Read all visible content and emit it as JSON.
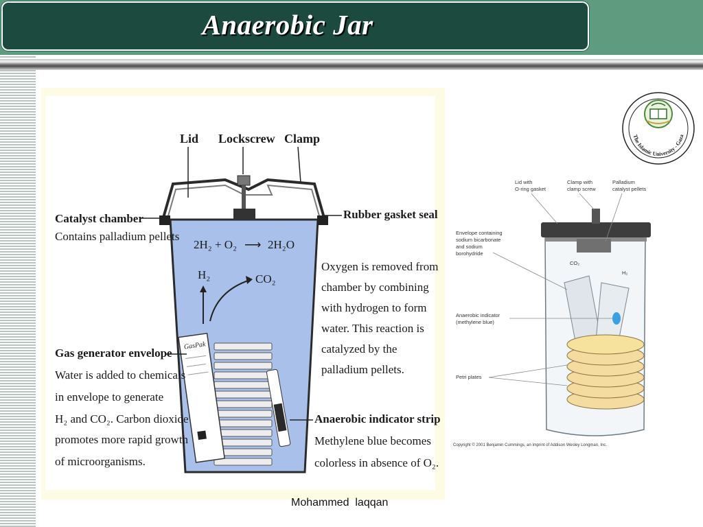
{
  "slide": {
    "title": "Anaerobic Jar",
    "footer": "Mohammed  laqqan"
  },
  "colors": {
    "header_band": "#5e9b7f",
    "title_box": "#1c4a3f",
    "jar_fill": "#a9c1ea",
    "figure_background": "#fdfbe3"
  },
  "logo": {
    "icon": "university-seal-icon",
    "text": "The Islamic University - Gaza"
  },
  "main_figure": {
    "top_labels": {
      "lid": "Lid",
      "lockscrew": "Lockscrew",
      "clamp": "Clamp"
    },
    "catalyst": {
      "title": "Catalyst chamber",
      "desc": "Contains palladium pellets"
    },
    "gasket": "Rubber gasket seal",
    "equation": {
      "lhs": "2H₂ + O₂",
      "arrow": "⟶",
      "rhs": "2H₂O"
    },
    "gas_labels": {
      "h2": "H₂",
      "co2": "CO₂"
    },
    "oxygen_note": [
      "Oxygen is removed from",
      "chamber by combining",
      "with hydrogen to form",
      "water. This reaction is",
      "catalyzed by the",
      "palladium pellets."
    ],
    "gas_generator": {
      "title": "Gas generator envelope",
      "lines": [
        "Water is added to chemicals",
        "in envelope to generate",
        "H₂ and CO₂. Carbon dioxide",
        "promotes more rapid growth",
        "of microorganisms."
      ]
    },
    "envelope_brand": "GasPak",
    "indicator": {
      "title": "Anaerobic indicator strip",
      "lines": [
        "Methylene blue becomes",
        "colorless in absence of O₂."
      ]
    }
  },
  "right_figure": {
    "labels": {
      "lid": [
        "Lid with",
        "O-ring gasket"
      ],
      "clamp": [
        "Clamp with",
        "clamp screw"
      ],
      "pellets": [
        "Palladium",
        "catalyst pellets"
      ],
      "envelope": [
        "Envelope containing",
        "sodium bicarbonate",
        "and sodium",
        "borohydride"
      ],
      "co2": "CO₂",
      "h2": "H₂",
      "indicator": [
        "Anaerobic indicator",
        "(methylene blue)"
      ],
      "petri": "Petri plates"
    },
    "copyright": "Copyright © 2001 Benjamin Cummings, an imprint of Addison Wesley Longman, Inc."
  }
}
